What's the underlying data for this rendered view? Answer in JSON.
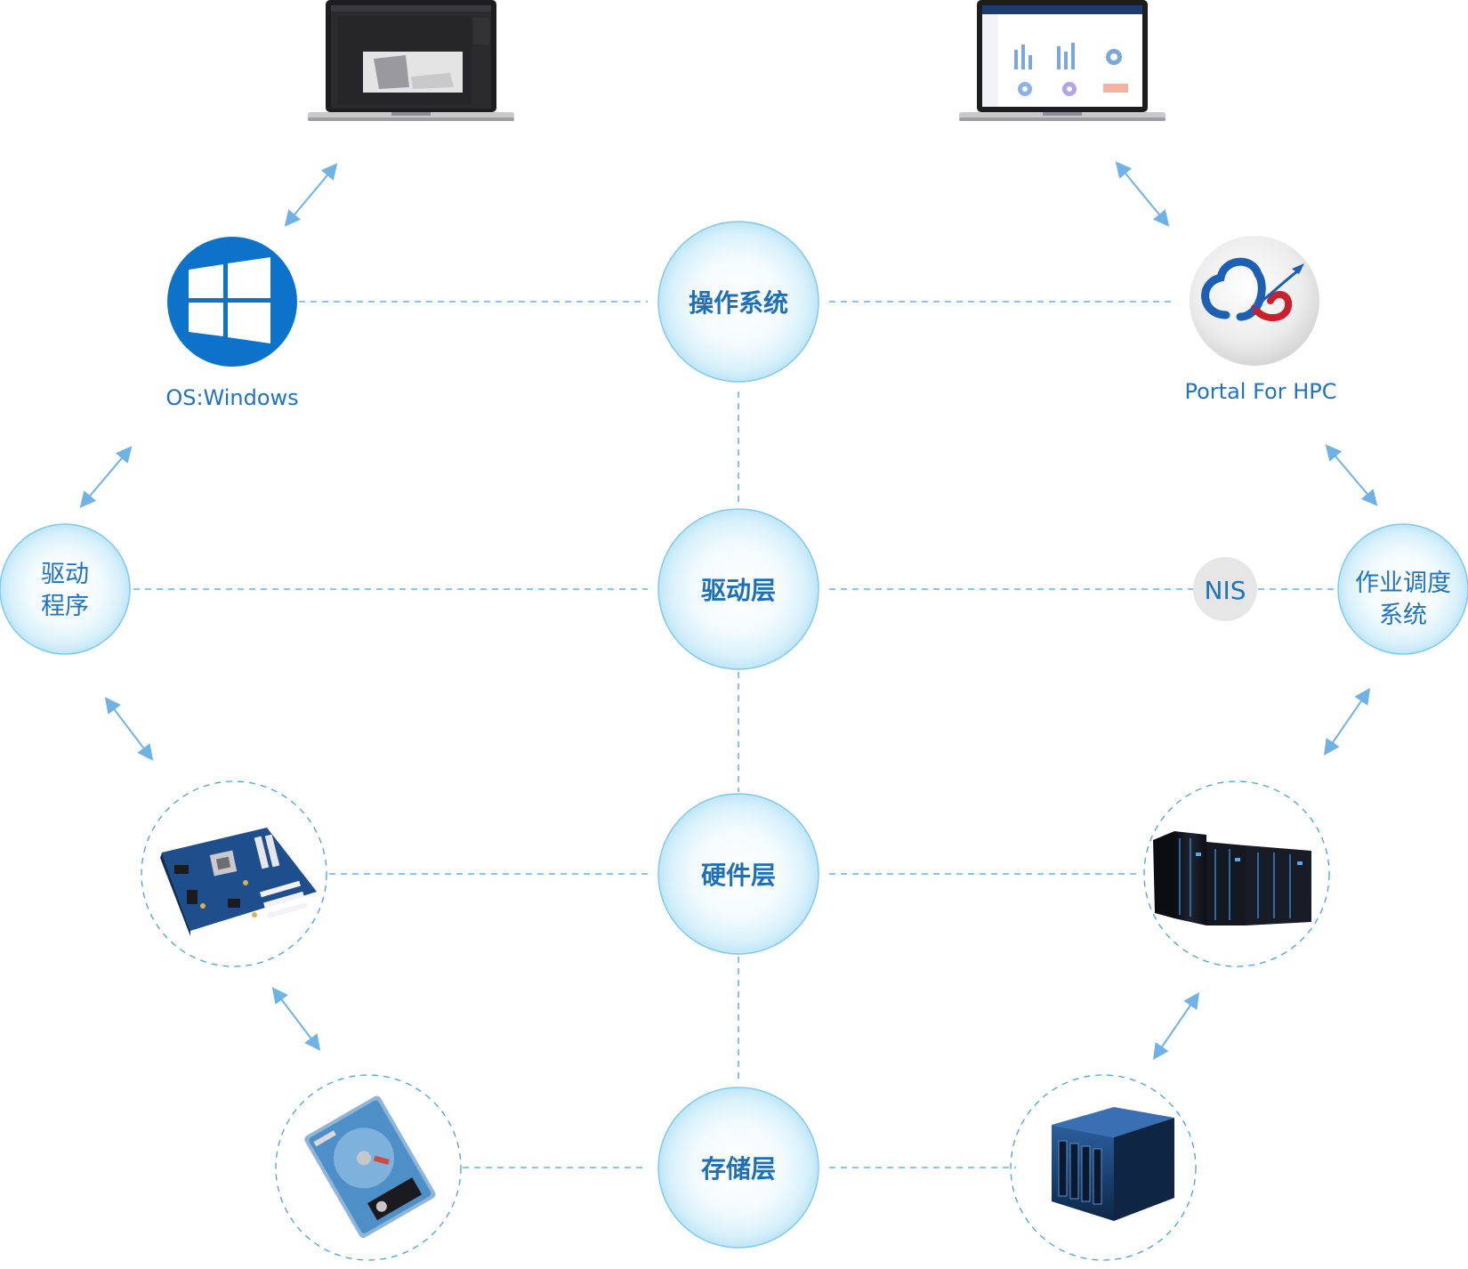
{
  "layers": [
    {
      "id": "os",
      "label": "操作系统"
    },
    {
      "id": "driver",
      "label": "驱动层"
    },
    {
      "id": "hardware",
      "label": "硬件层"
    },
    {
      "id": "storage",
      "label": "存储层"
    }
  ],
  "left": {
    "windows_caption": "OS:Windows",
    "driver_program": {
      "line1": "驱动",
      "line2": "程序"
    }
  },
  "right": {
    "portal_caption": "Portal For HPC",
    "nis_label": "NIS",
    "scheduler": {
      "line1": "作业调度",
      "line2": "系统"
    }
  },
  "icons": {
    "left_laptop": "laptop-photo-editor-icon",
    "right_laptop": "laptop-dashboard-icon",
    "windows": "windows-logo-icon",
    "portal": "portal-hpc-logo-icon",
    "motherboard": "motherboard-icon",
    "hdd": "hard-disk-icon",
    "server": "server-rack-icon",
    "nas": "nas-storage-icon"
  },
  "colors": {
    "accent": "#1f73bf",
    "line": "#4a9fe0",
    "bubble_edge": "#7fc9ee",
    "bubble_fill": "#e9f7fd",
    "nis_fill": "#e6e6e6"
  }
}
